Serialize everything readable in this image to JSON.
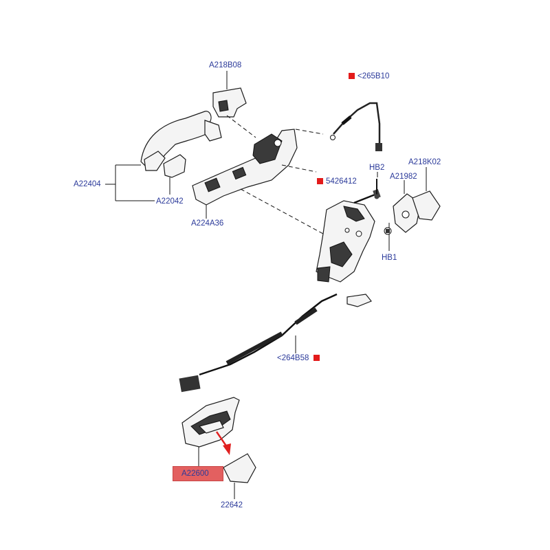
{
  "callouts": {
    "a218b08": "A218B08",
    "b265b10": "<265B10",
    "hb2": "HB2",
    "a218k02": "A218K02",
    "a21982": "A21982",
    "c5426412": "5426412",
    "a22404": "A22404",
    "a22042": "A22042",
    "a224a36": "A224A36",
    "hb1": "HB1",
    "b264b58": "<264B58",
    "a22600": "A22600",
    "c22642": "22642"
  },
  "colors": {
    "label_text": "#2b3a9a",
    "marker": "#e31b1b",
    "highlight_box": "#e36060",
    "arrow": "#e02020"
  },
  "highlighted_part": "A22600"
}
